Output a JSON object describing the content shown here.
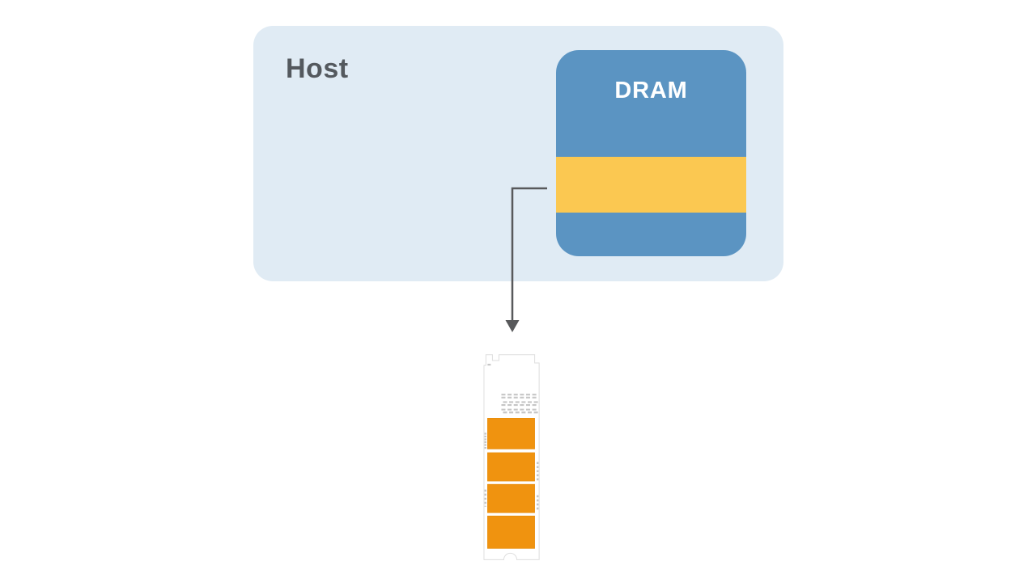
{
  "diagram": {
    "title_context": "Host DRAM to SSD diagram",
    "host": {
      "label": "Host"
    },
    "dram": {
      "label": "DRAM",
      "highlight_band": true
    },
    "arrow": {
      "from": "dram-highlight-band",
      "to": "m2-ssd",
      "direction": "down"
    },
    "ssd": {
      "type": "M.2 SSD",
      "nand_chip_count": 4,
      "has_key_notch": true,
      "has_mount_cutout": true
    }
  },
  "icons": {
    "arrow": "arrow-down-icon",
    "ssd": "m2-ssd-icon"
  },
  "colors": {
    "background": "#ffffff",
    "host_fill": "#e0ebf4",
    "host_text": "#54595e",
    "dram_fill": "#5b94c2",
    "dram_band": "#fbc851",
    "dram_text": "#ffffff",
    "arrow": "#58595b",
    "ssd_board": "#ffffff",
    "ssd_outline": "#dedede",
    "ssd_chip": "#f0930f",
    "ssd_chip_edge": "#e68a08",
    "ssd_components": "#c6c6c6"
  }
}
